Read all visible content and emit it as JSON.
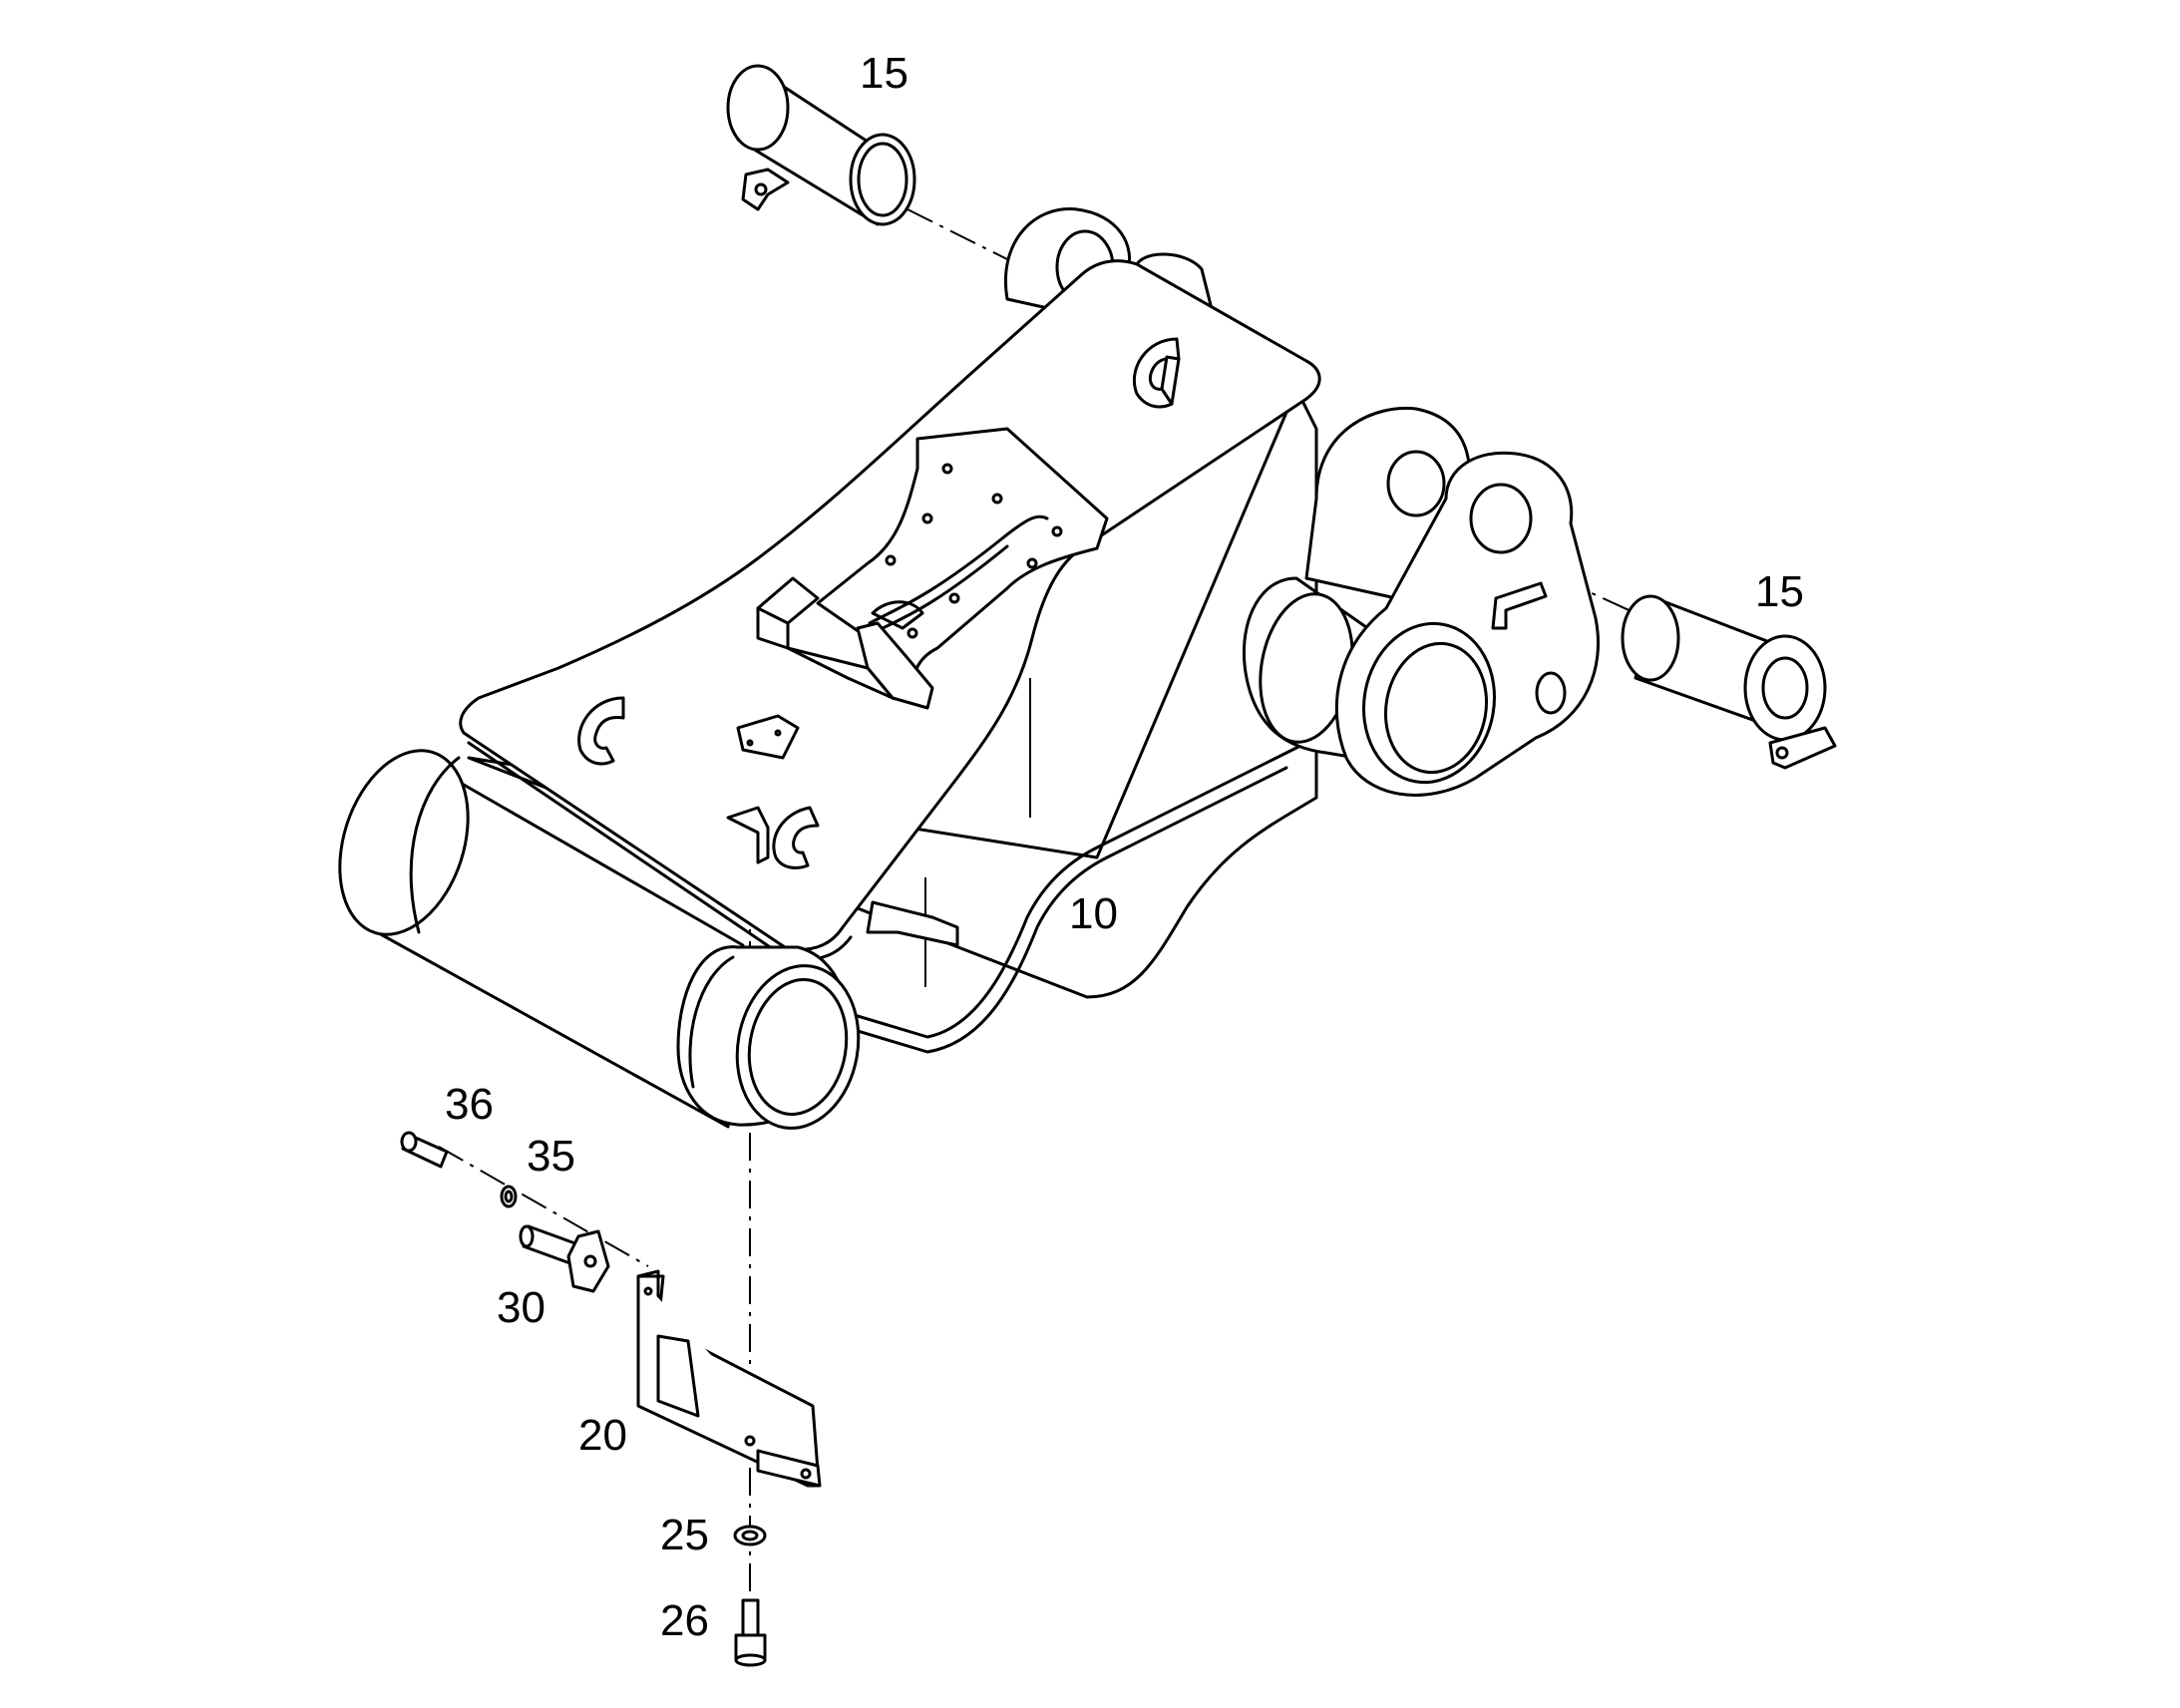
{
  "callouts": {
    "pin_top": "15",
    "pin_right": "15",
    "frame": "10",
    "screw_36": "36",
    "washer_35": "35",
    "pin_30": "30",
    "bracket_20": "20",
    "washer_25": "25",
    "screw_26": "26"
  },
  "colors": {
    "line": "#000000",
    "background": "#ffffff"
  }
}
